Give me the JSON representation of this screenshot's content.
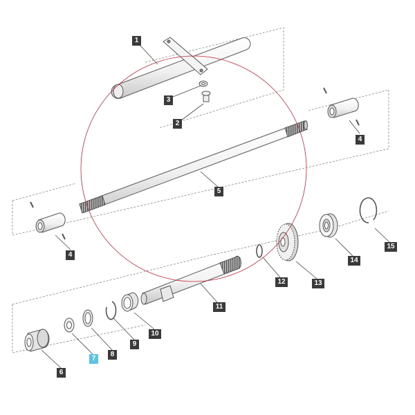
{
  "callouts": {
    "c1": "1",
    "c2": "2",
    "c3": "3",
    "c4a": "4",
    "c4b": "4",
    "c5": "5",
    "c6": "6",
    "c7": "7",
    "c8": "8",
    "c9": "9",
    "c10": "10",
    "c11": "11",
    "c12": "12",
    "c13": "13",
    "c14": "14",
    "c15": "15"
  },
  "colors": {
    "callout_bg": "#3a3a3a",
    "callout_highlight": "#5bc3e4",
    "highlight_circle": "#c0283a",
    "part_stroke": "#555555",
    "leader": "#444444",
    "dashed_frame": "#888888"
  },
  "highlighted_callout": "7"
}
